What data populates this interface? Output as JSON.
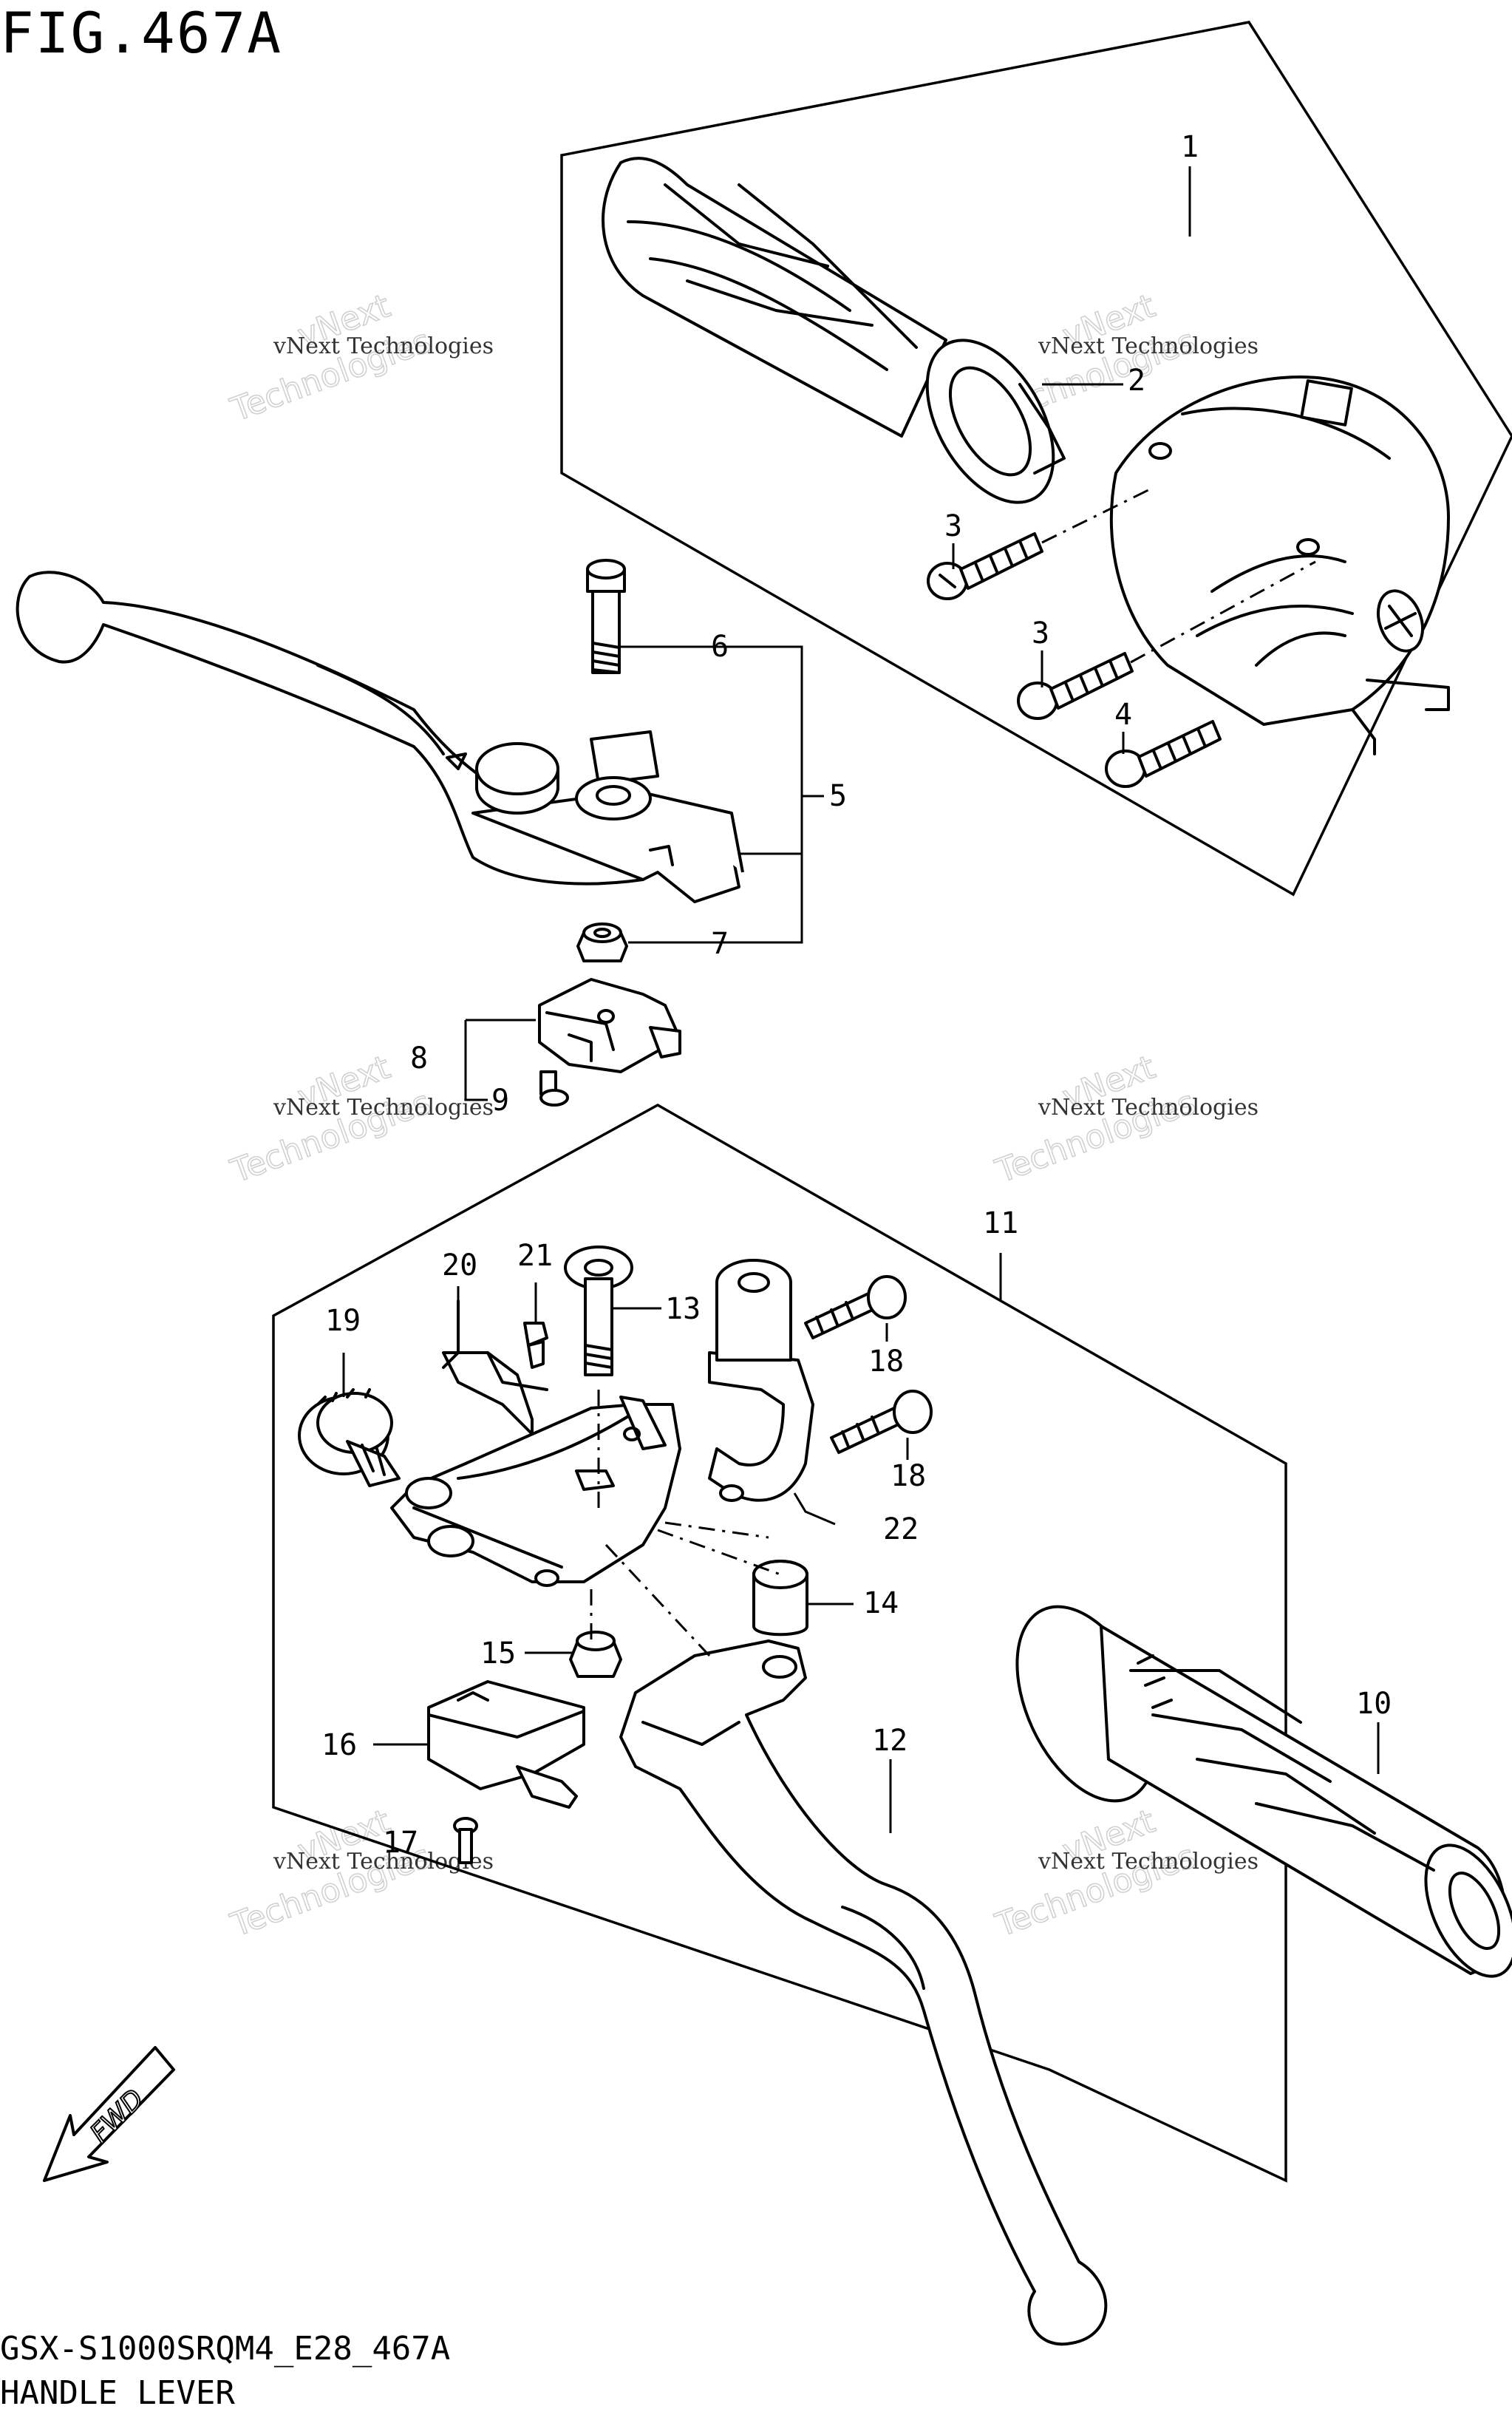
{
  "figure": {
    "title": "FIG.467A",
    "model_code": "GSX-S1000SRQM4_E28_467A",
    "section_name": "HANDLE LEVER"
  },
  "watermark": {
    "line1": "vNext Technologies",
    "line2": "vNext",
    "line3": "Technologies"
  },
  "fwd_label": "FWD",
  "callouts": {
    "c1": "1",
    "c2": "2",
    "c3a": "3",
    "c3b": "3",
    "c4": "4",
    "c5": "5",
    "c6": "6",
    "c7": "7",
    "c8": "8",
    "c9": "9",
    "c10": "10",
    "c11": "11",
    "c12": "12",
    "c13": "13",
    "c14": "14",
    "c15": "15",
    "c16": "16",
    "c17": "17",
    "c18a": "18",
    "c18b": "18",
    "c19": "19",
    "c20": "20",
    "c21": "21",
    "c22": "22"
  }
}
